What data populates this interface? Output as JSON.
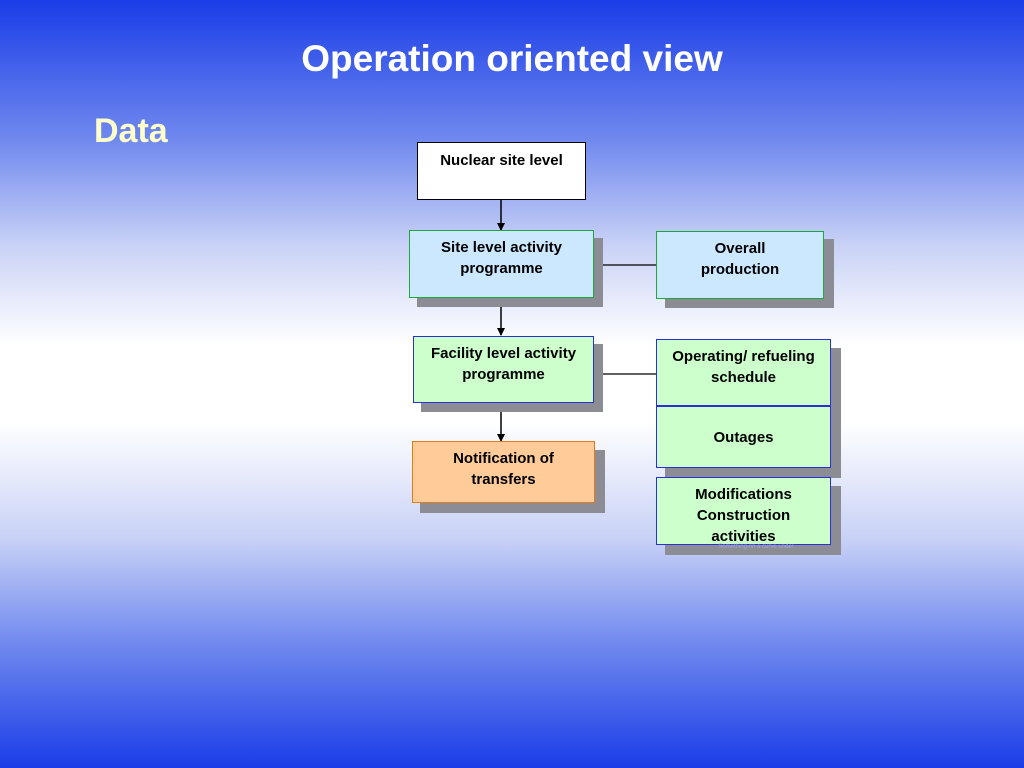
{
  "slide": {
    "title": "Operation oriented view",
    "subtitle": "Data",
    "watermark": "Something on a curve under"
  },
  "nodes": {
    "nuclear_site_level": "Nuclear site level",
    "site_level_activity_programme": "Site level activity programme",
    "overall_production": "Overall production",
    "facility_level_activity_programme": "Facility level activity programme",
    "operating_refueling_schedule": "Operating/ refueling schedule",
    "outages": "Outages",
    "modifications_construction_activities": "Modifications Construction activities",
    "notification_of_transfers": "Notification of transfers"
  },
  "colors": {
    "background_edge": "#1a3de8",
    "title_text": "#ffffff",
    "subtitle_text": "#ffffcc",
    "node_blue_fill": "#cce8ff",
    "node_green_fill": "#ccffcc",
    "node_orange_fill": "#ffcc99",
    "node_shadow": "#8c8c94"
  }
}
